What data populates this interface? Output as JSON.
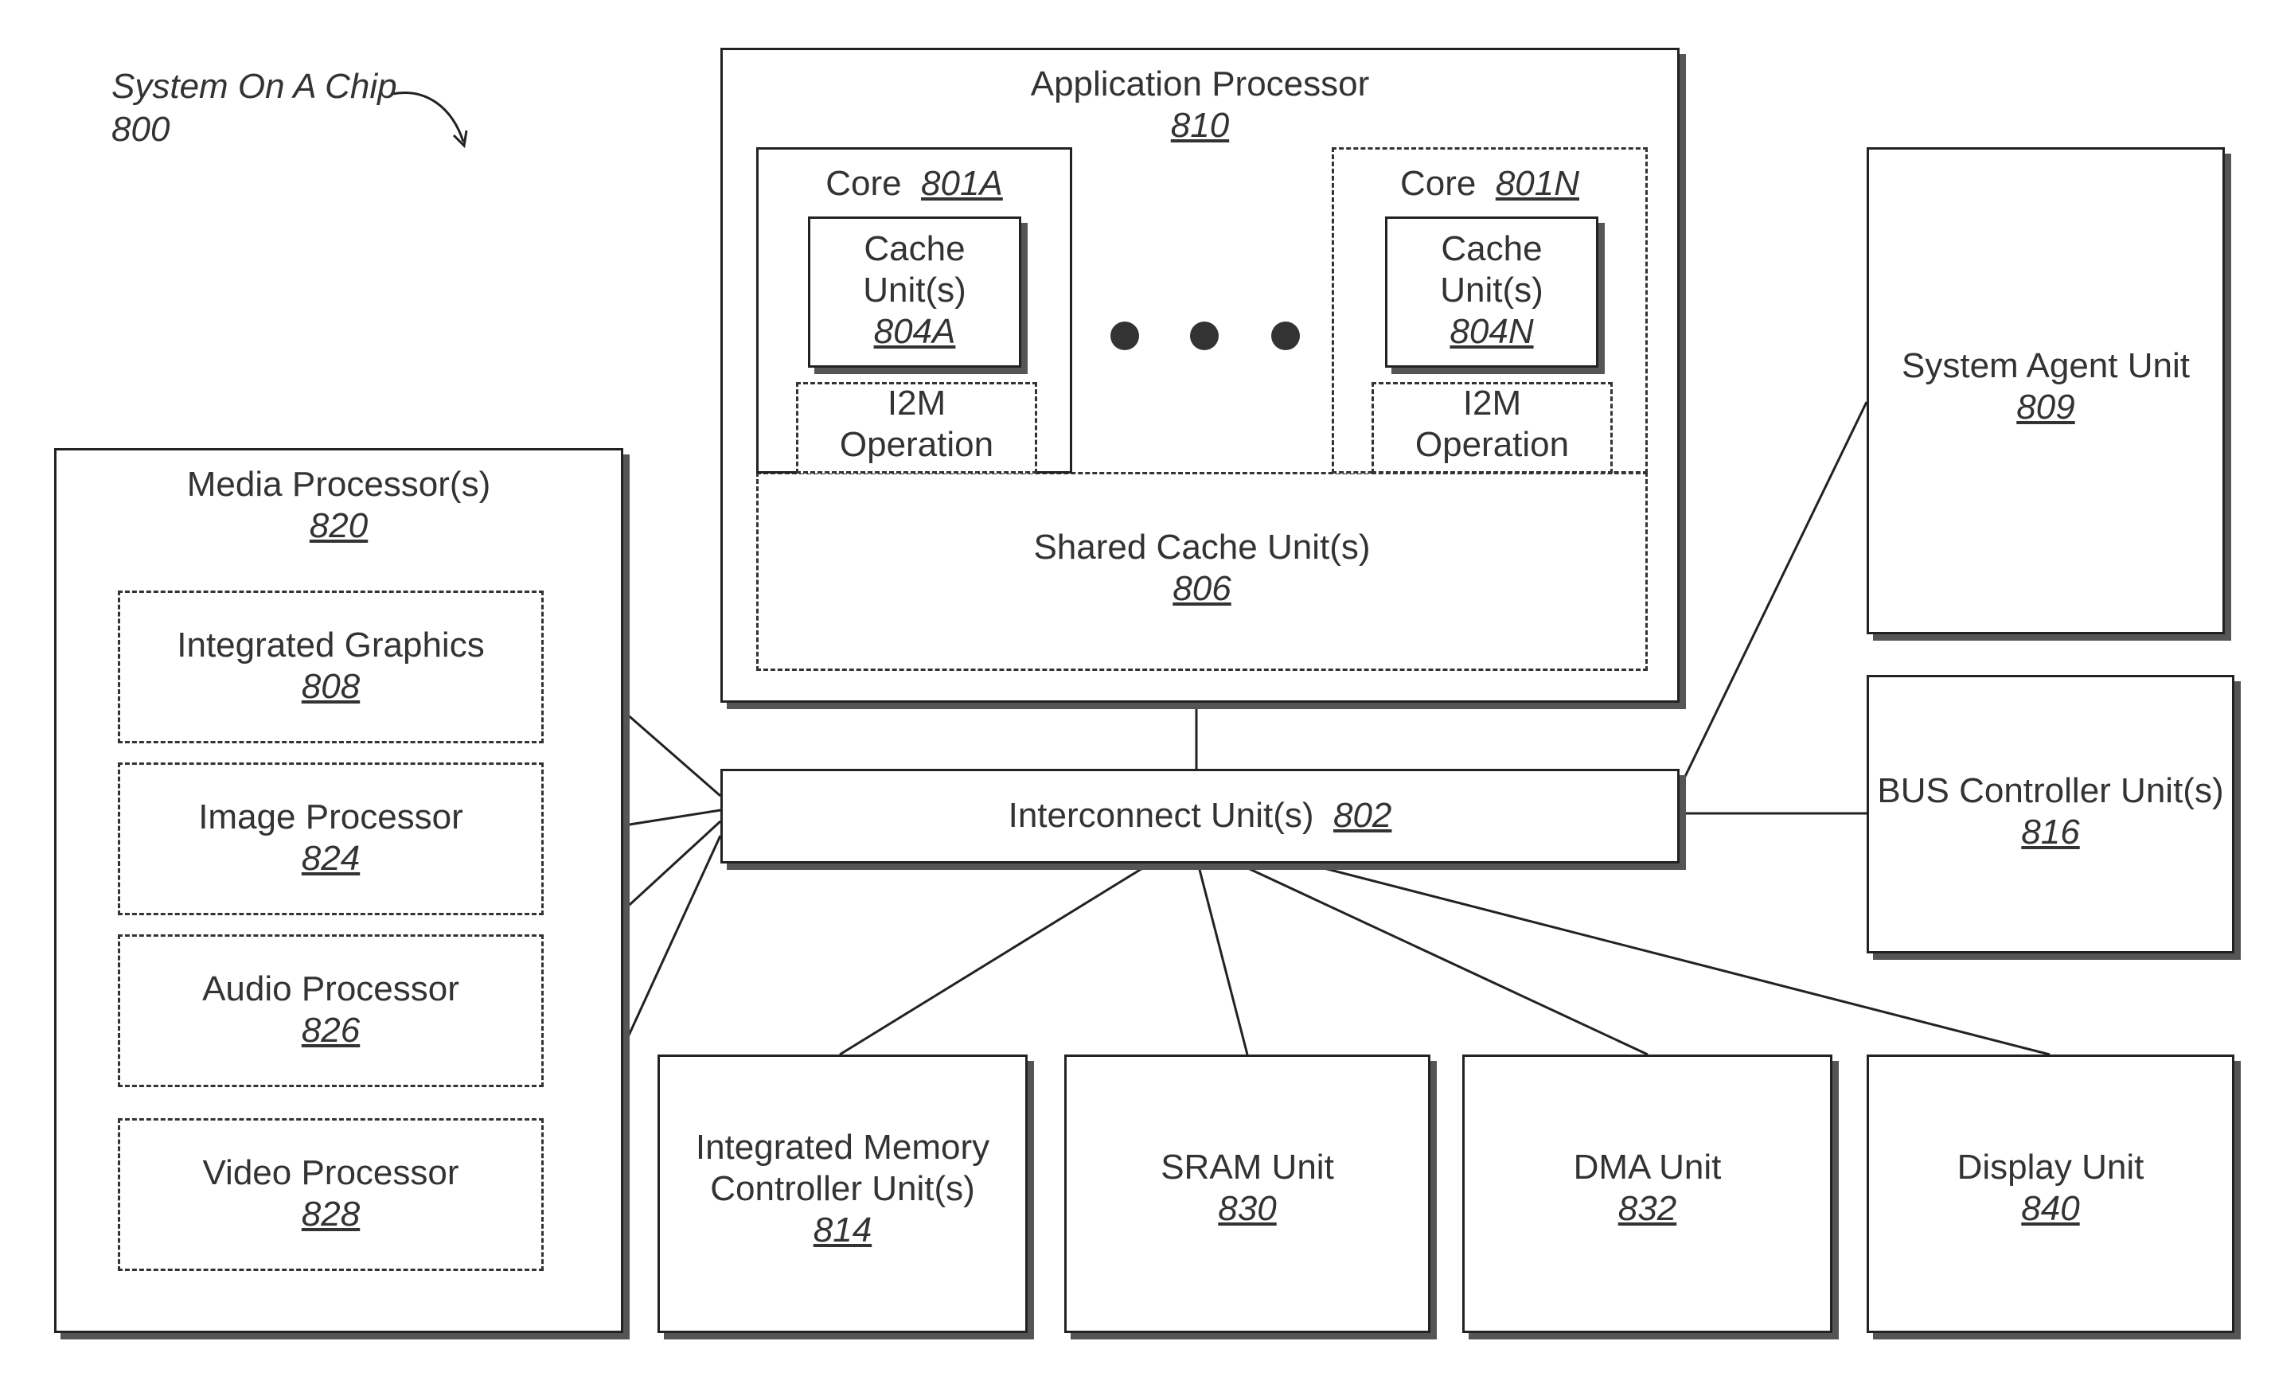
{
  "soc": {
    "label": "System On A Chip",
    "ref": "800"
  },
  "application_processor": {
    "label": "Application Processor",
    "ref": "810"
  },
  "core_a": {
    "label": "Core",
    "ref": "801A",
    "cache_label_1": "Cache",
    "cache_label_2": "Unit(s)",
    "cache_ref": "804A",
    "i2m_label_1": "I2M",
    "i2m_label_2": "Operation"
  },
  "core_n": {
    "label": "Core",
    "ref": "801N",
    "cache_label_1": "Cache",
    "cache_label_2": "Unit(s)",
    "cache_ref": "804N",
    "i2m_label_1": "I2M",
    "i2m_label_2": "Operation"
  },
  "shared_cache": {
    "label": "Shared Cache Unit(s)",
    "ref": "806"
  },
  "system_agent": {
    "label": "System Agent Unit",
    "ref": "809"
  },
  "bus_controller": {
    "label": "BUS Controller Unit(s)",
    "ref": "816"
  },
  "interconnect": {
    "label": "Interconnect Unit(s)",
    "ref": "802"
  },
  "media_processor": {
    "label": "Media Processor(s)",
    "ref": "820"
  },
  "integrated_graphics": {
    "label": "Integrated Graphics",
    "ref": "808"
  },
  "image_processor": {
    "label": "Image Processor",
    "ref": "824"
  },
  "audio_processor": {
    "label": "Audio Processor",
    "ref": "826"
  },
  "video_processor": {
    "label": "Video Processor",
    "ref": "828"
  },
  "memory_controller": {
    "label_1": "Integrated Memory",
    "label_2": "Controller Unit(s)",
    "ref": "814"
  },
  "sram": {
    "label": "SRAM Unit",
    "ref": "830"
  },
  "dma": {
    "label": "DMA Unit",
    "ref": "832"
  },
  "display": {
    "label": "Display Unit",
    "ref": "840"
  }
}
